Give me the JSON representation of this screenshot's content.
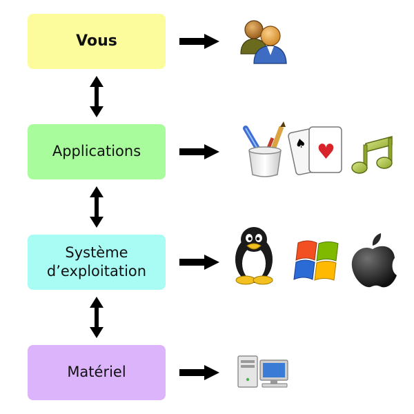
{
  "layers": [
    {
      "label": "Vous",
      "color": "#fcfc9c",
      "icons": [
        "users-icon"
      ]
    },
    {
      "label": "Applications",
      "color": "#a8fc9c",
      "icons": [
        "pencil-cup-icon",
        "playing-cards-icon",
        "music-note-icon"
      ]
    },
    {
      "label": "Système\nd’exploitation",
      "color": "#a8fcf4",
      "icons": [
        "linux-penguin-icon",
        "windows-logo-icon",
        "apple-logo-icon"
      ]
    },
    {
      "label": "Matériel",
      "color": "#dcb4fc",
      "icons": [
        "computer-icon"
      ]
    }
  ],
  "connectors": {
    "type": "double-arrow",
    "color": "#000000"
  },
  "pointers": {
    "type": "right-arrow",
    "color": "#000000"
  }
}
